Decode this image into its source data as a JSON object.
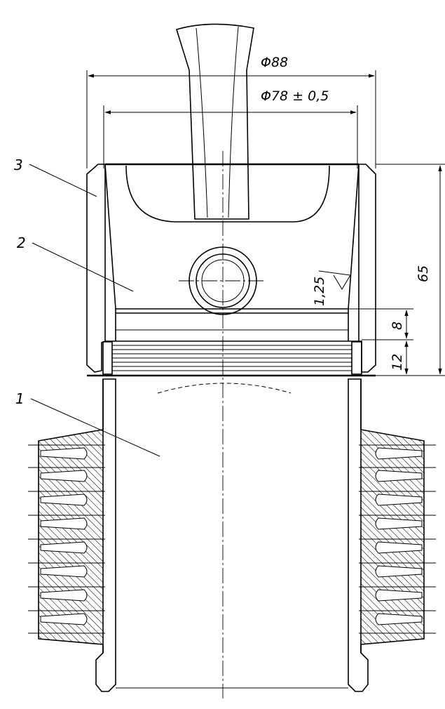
{
  "dimensions": {
    "outer_diameter": "Φ88",
    "inner_diameter": "Φ78 ± 0,5",
    "height": "65",
    "roughness": "1,25",
    "lower_band": "8",
    "bottom_band": "12"
  },
  "callouts": {
    "cylinder": "1",
    "piston": "2",
    "sleeve": "3"
  }
}
